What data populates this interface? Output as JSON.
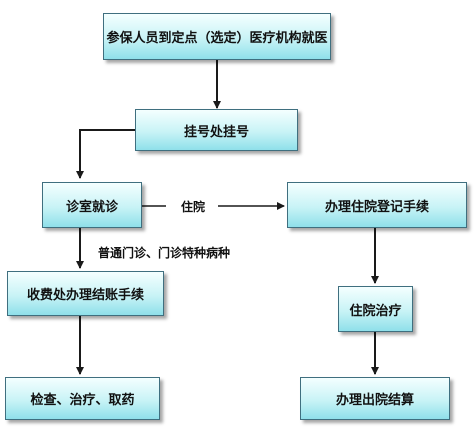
{
  "nodes": {
    "start": "参保人员到定点（选定）医疗机构就医",
    "register": "挂号处挂号",
    "clinic": "诊室就诊",
    "admission": "办理住院登记手续",
    "payment": "收费处办理结账手续",
    "inpatient": "住院治疗",
    "services": "检查、治疗、取药",
    "discharge": "办理出院结算"
  },
  "edge_labels": {
    "hospitalize": "住院",
    "outpatient": "普通门诊、门诊特种病种"
  },
  "colors": {
    "box_fill": "#c8f3f6",
    "box_border": "#3f6f7f",
    "arrow": "#1a1a1a"
  }
}
